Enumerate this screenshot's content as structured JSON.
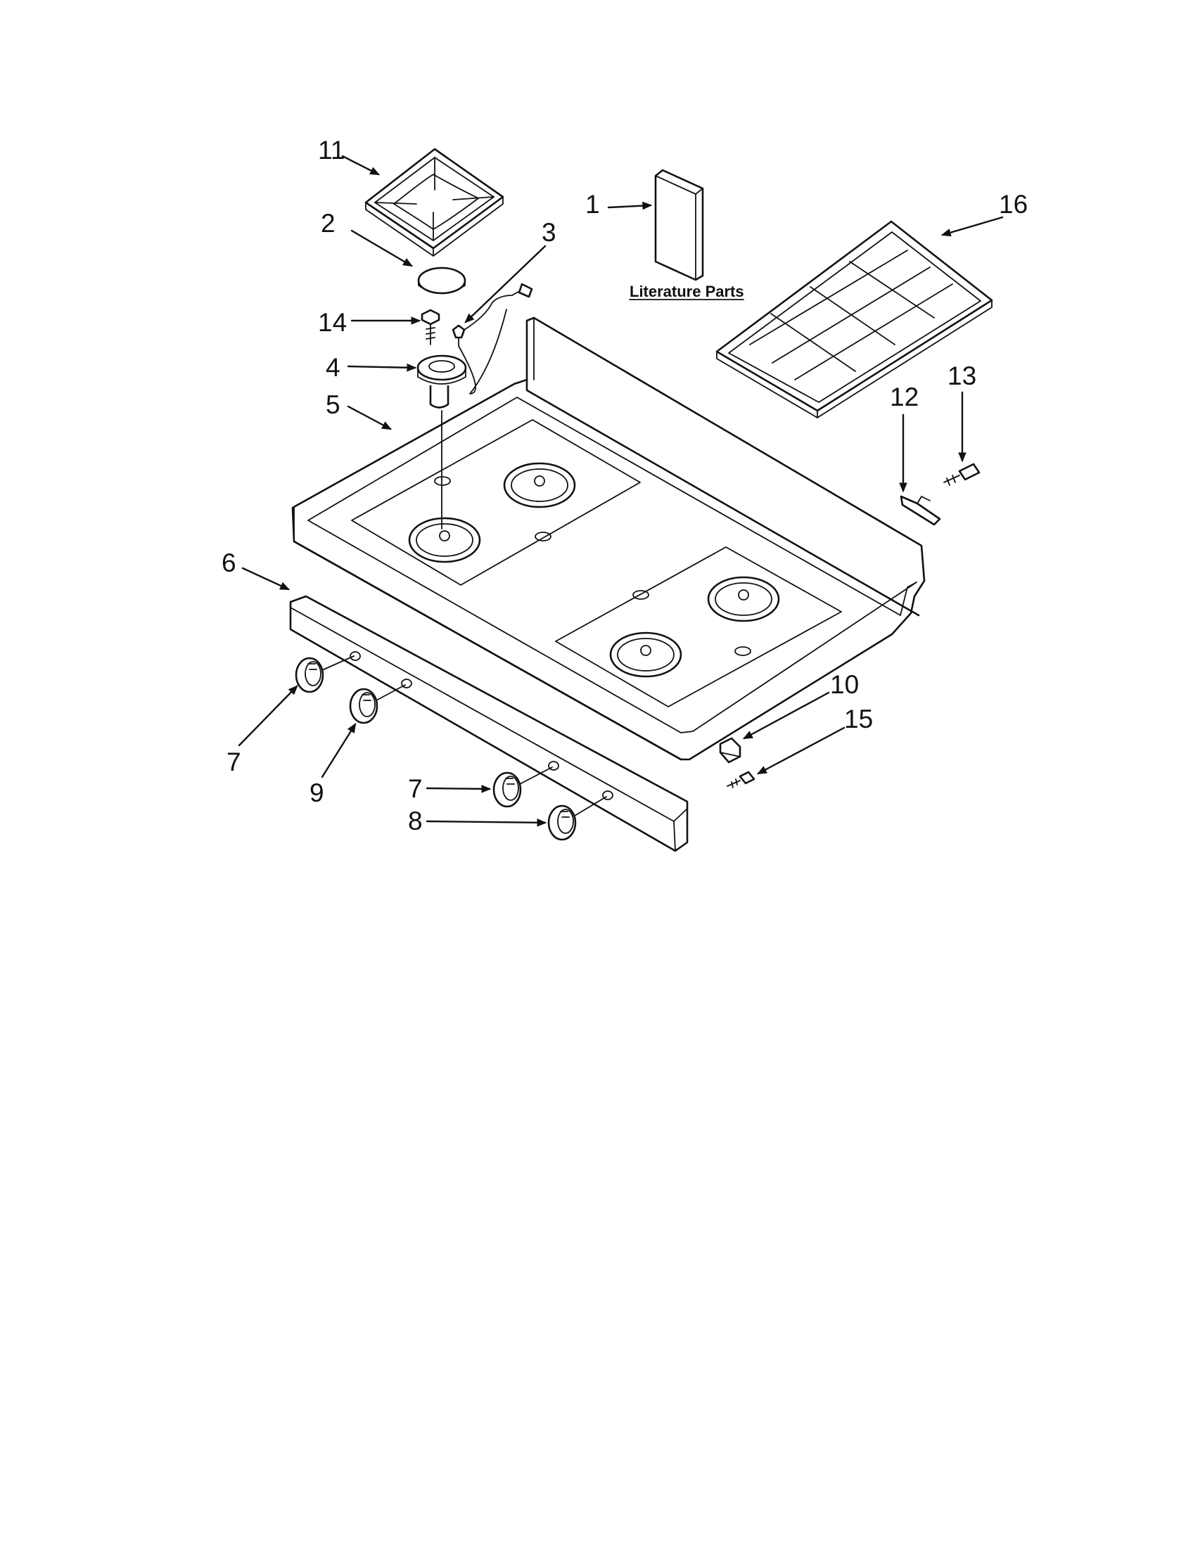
{
  "diagram": {
    "literature_label": "Literature Parts",
    "callouts": {
      "c1": "1",
      "c2": "2",
      "c3": "3",
      "c4": "4",
      "c5": "5",
      "c6": "6",
      "c7a": "7",
      "c7b": "7",
      "c8": "8",
      "c9": "9",
      "c10": "10",
      "c11": "11",
      "c12": "12",
      "c13": "13",
      "c14": "14",
      "c15": "15",
      "c16": "16"
    }
  }
}
